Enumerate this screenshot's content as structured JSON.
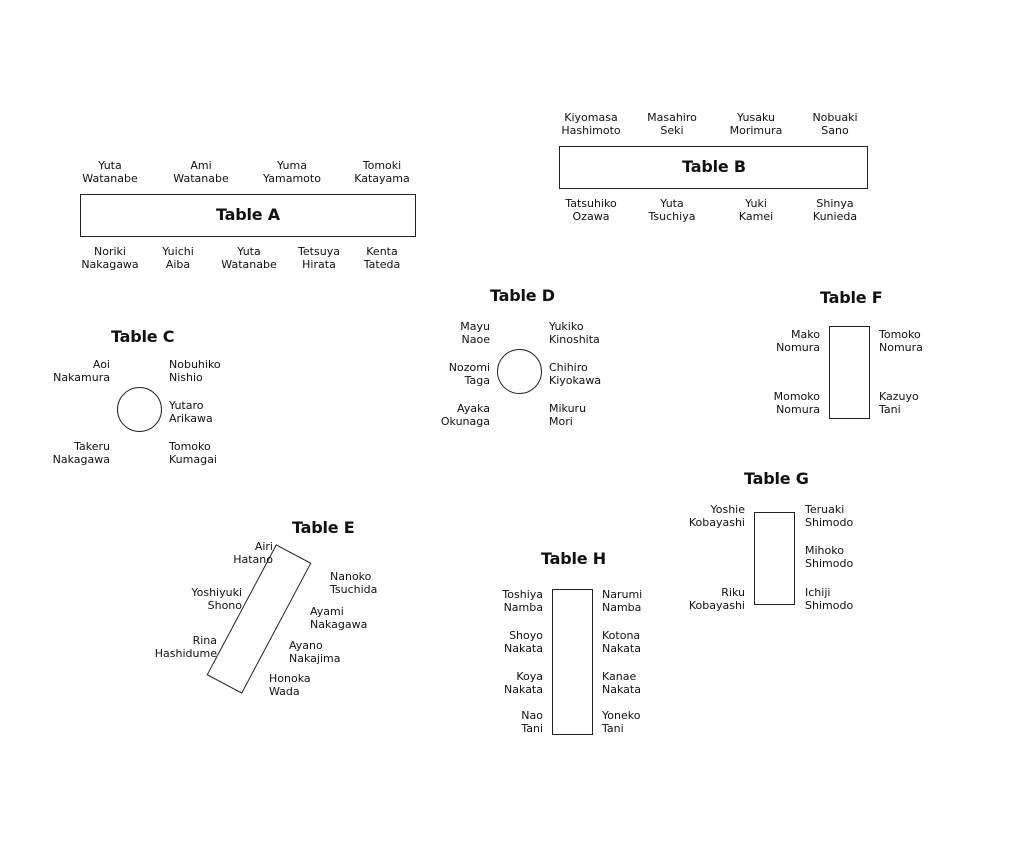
{
  "tables": {
    "A": {
      "label": "Table A",
      "top": [
        {
          "first": "Yuta",
          "last": "Watanabe"
        },
        {
          "first": "Ami",
          "last": "Watanabe"
        },
        {
          "first": "Yuma",
          "last": "Yamamoto"
        },
        {
          "first": "Tomoki",
          "last": "Katayama"
        }
      ],
      "bottom": [
        {
          "first": "Noriki",
          "last": "Nakagawa"
        },
        {
          "first": "Yuichi",
          "last": "Aiba"
        },
        {
          "first": "Yuta",
          "last": "Watanabe"
        },
        {
          "first": "Tetsuya",
          "last": "Hirata"
        },
        {
          "first": "Kenta",
          "last": "Tateda"
        }
      ]
    },
    "B": {
      "label": "Table B",
      "top": [
        {
          "first": "Kiyomasa",
          "last": "Hashimoto"
        },
        {
          "first": "Masahiro",
          "last": "Seki"
        },
        {
          "first": "Yusaku",
          "last": "Morimura"
        },
        {
          "first": "Nobuaki",
          "last": "Sano"
        }
      ],
      "bottom": [
        {
          "first": "Tatsuhiko",
          "last": "Ozawa"
        },
        {
          "first": "Yuta",
          "last": "Tsuchiya"
        },
        {
          "first": "Yuki",
          "last": "Kamei"
        },
        {
          "first": "Shinya",
          "last": "Kunieda"
        }
      ]
    },
    "C": {
      "label": "Table C",
      "left": [
        {
          "first": "Aoi",
          "last": "Nakamura"
        },
        {
          "first": "Takeru",
          "last": "Nakagawa"
        }
      ],
      "right": [
        {
          "first": "Nobuhiko",
          "last": "Nishio"
        },
        {
          "first": "Yutaro",
          "last": "Arikawa"
        },
        {
          "first": "Tomoko",
          "last": "Kumagai"
        }
      ]
    },
    "D": {
      "label": "Table D",
      "left": [
        {
          "first": "Mayu",
          "last": "Naoe"
        },
        {
          "first": "Nozomi",
          "last": "Taga"
        },
        {
          "first": "Ayaka",
          "last": "Okunaga"
        }
      ],
      "right": [
        {
          "first": "Yukiko",
          "last": "Kinoshita"
        },
        {
          "first": "Chihiro",
          "last": "Kiyokawa"
        },
        {
          "first": "Mikuru",
          "last": "Mori"
        }
      ]
    },
    "E": {
      "label": "Table E",
      "left": [
        {
          "first": "Airi",
          "last": "Hatano"
        },
        {
          "first": "Yoshiyuki",
          "last": "Shono"
        },
        {
          "first": "Rina",
          "last": "Hashidume"
        }
      ],
      "right": [
        {
          "first": "Nanoko",
          "last": "Tsuchida"
        },
        {
          "first": "Ayami",
          "last": "Nakagawa"
        },
        {
          "first": "Ayano",
          "last": "Nakajima"
        },
        {
          "first": "Honoka",
          "last": "Wada"
        }
      ]
    },
    "F": {
      "label": "Table F",
      "left": [
        {
          "first": "Mako",
          "last": "Nomura"
        },
        {
          "first": "Momoko",
          "last": "Nomura"
        }
      ],
      "right": [
        {
          "first": "Tomoko",
          "last": "Nomura"
        },
        {
          "first": "Kazuyo",
          "last": "Tani"
        }
      ]
    },
    "G": {
      "label": "Table G",
      "left": [
        {
          "first": "Yoshie",
          "last": "Kobayashi"
        },
        {
          "first": "Riku",
          "last": "Kobayashi"
        }
      ],
      "right": [
        {
          "first": "Teruaki",
          "last": "Shimodo"
        },
        {
          "first": "Mihoko",
          "last": "Shimodo"
        },
        {
          "first": "Ichiji",
          "last": "Shimodo"
        }
      ]
    },
    "H": {
      "label": "Table H",
      "left": [
        {
          "first": "Toshiya",
          "last": "Namba"
        },
        {
          "first": "Shoyo",
          "last": "Nakata"
        },
        {
          "first": "Koya",
          "last": "Nakata"
        },
        {
          "first": "Nao",
          "last": "Tani"
        }
      ],
      "right": [
        {
          "first": "Narumi",
          "last": "Namba"
        },
        {
          "first": "Kotona",
          "last": "Nakata"
        },
        {
          "first": "Kanae",
          "last": "Nakata"
        },
        {
          "first": "Yoneko",
          "last": "Tani"
        }
      ]
    }
  }
}
